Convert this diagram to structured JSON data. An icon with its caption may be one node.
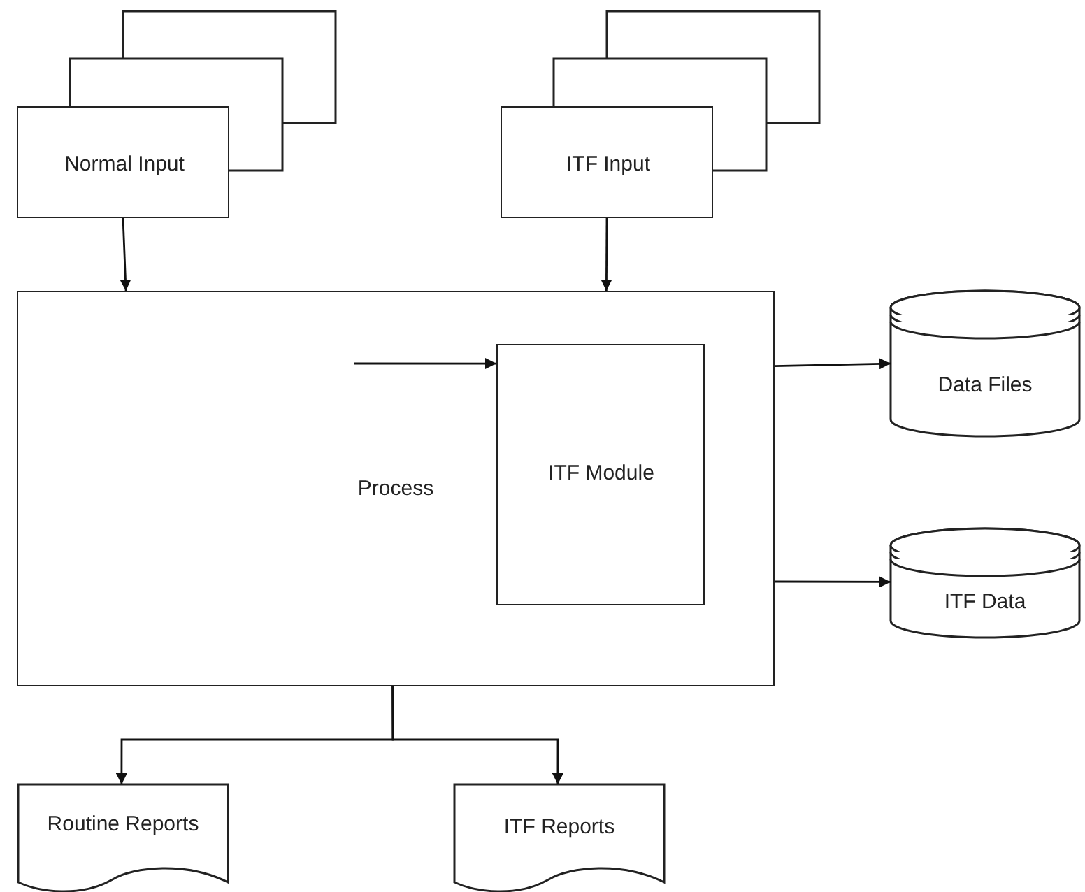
{
  "diagram": {
    "nodes": [
      {
        "text": [
          "Normal Input"
        ]
      },
      {
        "text": [
          "ITF Input"
        ]
      },
      {
        "text": [
          "Process"
        ]
      },
      {
        "text": [
          "ITF Module"
        ],
        "in": 2
      },
      {
        "text": [
          "Data Files"
        ]
      },
      {
        "text": [
          "ITF Data"
        ]
      },
      {
        "text": [
          "Routine Reports"
        ]
      },
      {
        "text": [
          "ITF Reports"
        ]
      }
    ],
    "edges": [
      {
        "from": 0,
        "to": 2,
        "arrow": "to"
      },
      {
        "from": 1,
        "to": 2,
        "arrow": "to"
      },
      {
        "from": null,
        "to": 3,
        "arrow": "to"
      },
      {
        "from": 2,
        "to": 4,
        "arrow": "to"
      },
      {
        "from": 2,
        "to": 5,
        "arrow": "to"
      },
      {
        "from": 2,
        "to": 6,
        "arrow": "to"
      },
      {
        "from": 2,
        "to": 7,
        "arrow": "to"
      }
    ]
  }
}
